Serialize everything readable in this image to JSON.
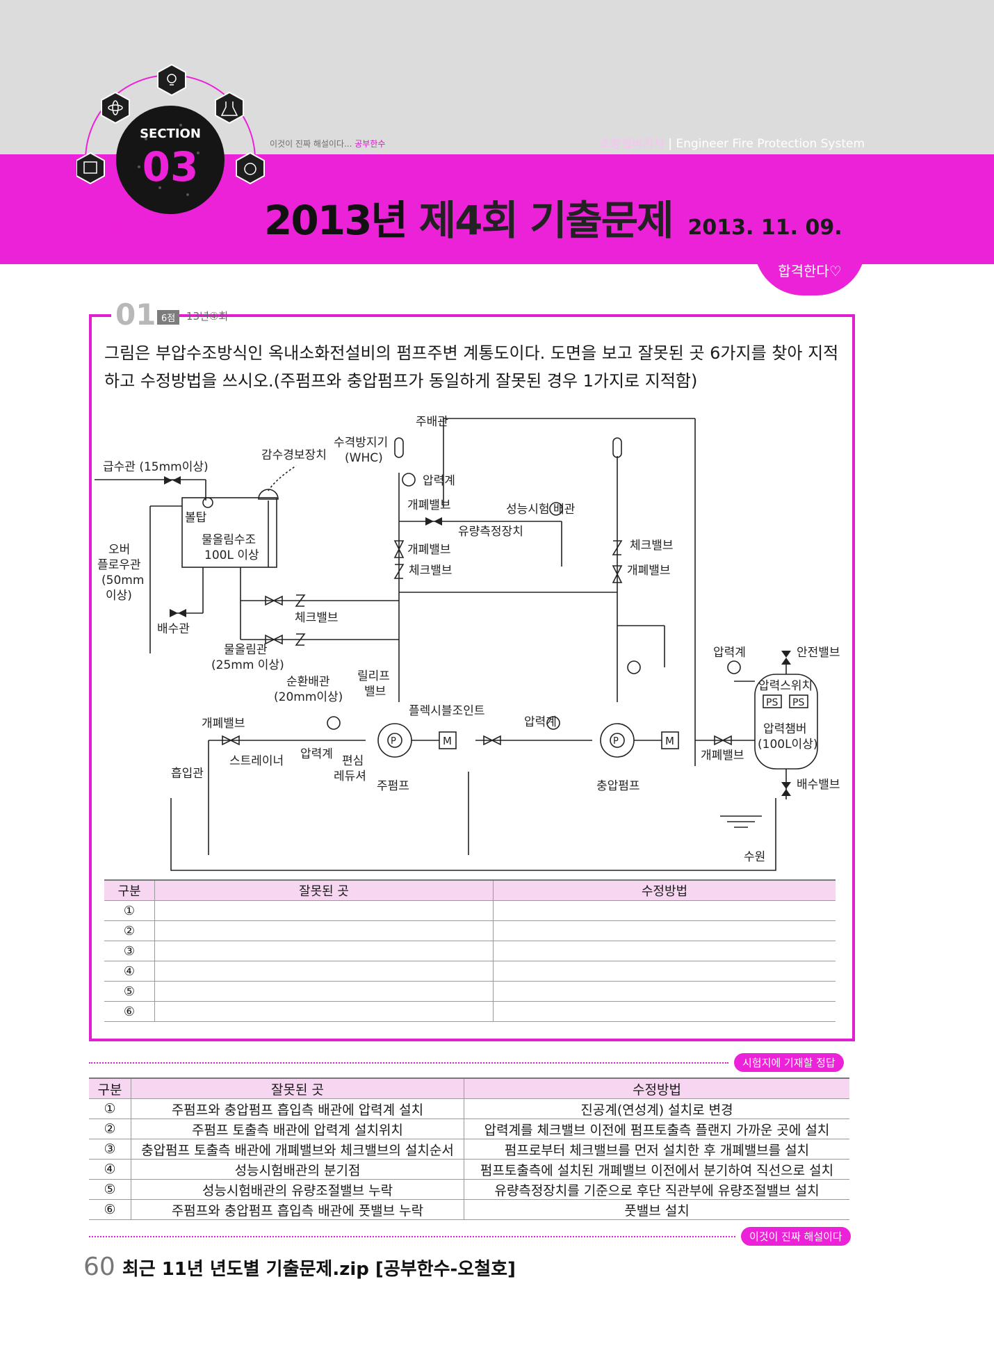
{
  "header": {
    "section_label": "SECTION",
    "section_number": "03",
    "tagline_prefix": "이것이 진짜 해설이다... ",
    "tagline_highlight": "공부한수",
    "brand_kor": "소방설비기사",
    "brand_eng": " | Engineer Fire Protection System",
    "title_year": "2013년",
    "title_main": "제4회 기출문제",
    "title_date": "2013. 11. 09.",
    "pass_badge": "합격한다♡"
  },
  "question": {
    "number": "01",
    "points": "6점",
    "source": "13년④회",
    "text": "그림은 부압수조방식인 옥내소화전설비의 펌프주변 계통도이다. 도면을 보고 잘못된 곳 6가지를 찾아 지적하고 수정방법을 쓰시오.(주펌프와 충압펌프가 동일하게 잘못된 경우 1가지로 지적함)"
  },
  "diagram_labels": {
    "main_pipe": "주배관",
    "water_supply": "급수관 (15mm이상)",
    "low_water_alarm": "감수경보장치",
    "whc_1": "수격방지기",
    "whc_2": "(WHC)",
    "pressure_gauge": "압력계",
    "gate_valve": "개폐밸브",
    "performance_test": "성능시험 배관",
    "flow_meter": "유량측정장치",
    "check_valve": "체크밸브",
    "ball_tap": "볼탑",
    "priming_tank_1": "물올림수조",
    "priming_tank_2": "100L 이상",
    "overflow_1": "오버",
    "overflow_2": "플로우관",
    "overflow_3": "(50mm",
    "overflow_4": "이상)",
    "drain_pipe": "배수관",
    "priming_pipe_1": "물올림관",
    "priming_pipe_2": "(25mm 이상)",
    "circulation_1": "순환배관",
    "circulation_2": "(20mm이상)",
    "relief_1": "릴리프",
    "relief_2": "밸브",
    "flex_joint": "플렉시블조인트",
    "strainer": "스트레이너",
    "eccentric_1": "편심",
    "eccentric_2": "레듀셔",
    "suction_pipe": "흡입관",
    "main_pump": "주펌프",
    "jockey_pump": "충압펌프",
    "safety_valve": "안전밸브",
    "pressure_switch": "압력스위치",
    "ps": "PS",
    "chamber_1": "압력챔버",
    "chamber_2": "(100L이상)",
    "drain_valve": "배수밸브",
    "water_source": "수원",
    "pump_symbol": "P",
    "motor_symbol": "M"
  },
  "blank_table": {
    "headers": [
      "구분",
      "잘못된 곳",
      "수정방법"
    ],
    "rows": [
      "①",
      "②",
      "③",
      "④",
      "⑤",
      "⑥"
    ]
  },
  "answer_pill": "시험지에 기재할 정답",
  "answer_table": {
    "headers": [
      "구분",
      "잘못된 곳",
      "수정방법"
    ],
    "rows": [
      [
        "①",
        "주펌프와 충압펌프 흡입측 배관에 압력계 설치",
        "진공계(연성계) 설치로 변경"
      ],
      [
        "②",
        "주펌프 토출측 배관에 압력계 설치위치",
        "압력계를 체크밸브 이전에 펌프토출측 플랜지 가까운 곳에 설치"
      ],
      [
        "③",
        "충압펌프 토출측 배관에 개폐밸브와 체크밸브의 설치순서",
        "펌프로부터 체크밸브를 먼저 설치한 후 개폐밸브를 설치"
      ],
      [
        "④",
        "성능시험배관의 분기점",
        "펌프토출측에 설치된 개폐밸브 이전에서 분기하여 직선으로 설치"
      ],
      [
        "⑤",
        "성능시험배관의 유량조절밸브 누락",
        "유량측정장치를 기준으로 후단 직관부에 유량조절밸브 설치"
      ],
      [
        "⑥",
        "주펌프와 충압펌프 흡입측 배관에 풋밸브 누락",
        "풋밸브 설치"
      ]
    ]
  },
  "commentary_pill": "이것이 진짜 해설이다",
  "footer": {
    "page": "60",
    "book": "최근 11년 년도별 기출문제.zip [공부한수-오철호]"
  },
  "colors": {
    "accent": "#ec22d9",
    "header_gray": "#dcdcdc",
    "table_head": "#f7d6f2"
  }
}
